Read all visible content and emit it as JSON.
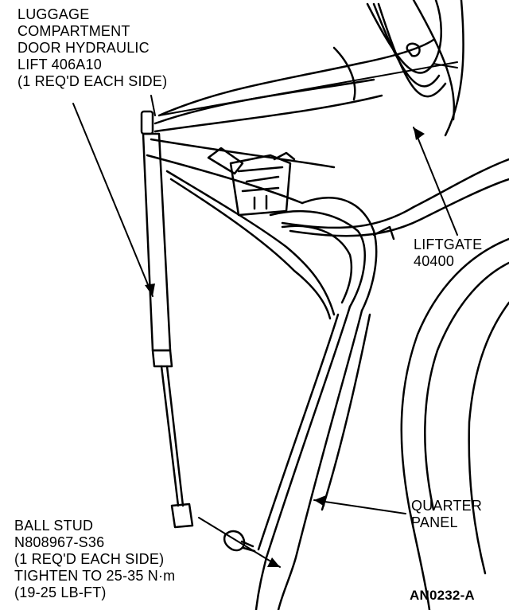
{
  "diagram": {
    "labels": {
      "lift": {
        "lines": [
          "LUGGAGE",
          "COMPARTMENT",
          "DOOR HYDRAULIC",
          "LIFT 406A10",
          "(1 REQ'D EACH SIDE)"
        ]
      },
      "liftgate": {
        "lines": [
          "LIFTGATE",
          "40400"
        ]
      },
      "quarter_panel": {
        "lines": [
          "QUARTER",
          "PANEL"
        ]
      },
      "ball_stud": {
        "lines": [
          "BALL STUD",
          "N808967-S36",
          "(1 REQ'D EACH SIDE)",
          "TIGHTEN TO 25-35 N·m",
          "(19-25 LB-FT)"
        ]
      }
    },
    "figure_code": "AN0232-A",
    "colors": {
      "ink": "#000000",
      "paper": "#ffffff"
    }
  }
}
